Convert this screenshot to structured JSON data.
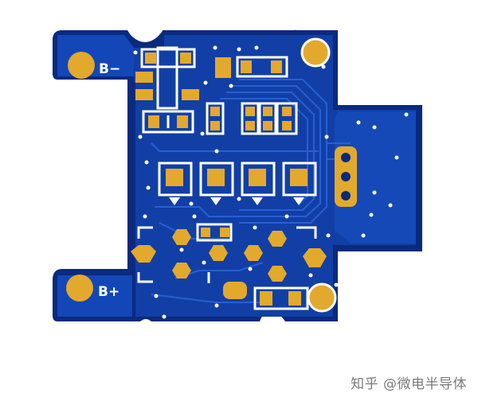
{
  "board": {
    "label_negative": "B−",
    "label_positive": "B+"
  },
  "watermark": {
    "text": "知乎 @微电半导体"
  },
  "colors": {
    "board_dark": "#0a2a7e",
    "copper_pour": "#1347b8",
    "copper_light": "#1f5ad0",
    "pad_gold": "#e3a92c",
    "silkscreen": "#ffffff",
    "watermark_gray": "#7a7a7a"
  }
}
